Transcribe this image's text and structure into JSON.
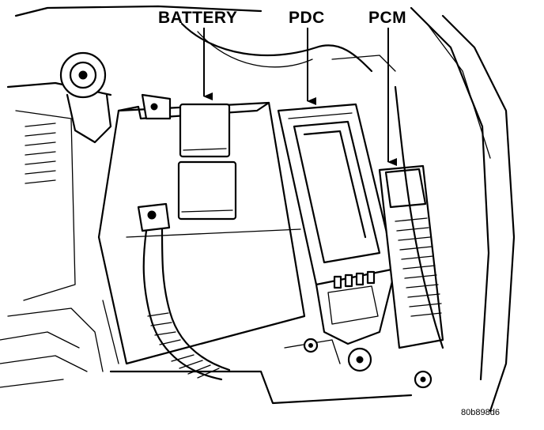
{
  "callouts": {
    "battery": "BATTERY",
    "pdc": "PDC",
    "pcm": "PCM"
  },
  "figure_id": "80b898d6"
}
